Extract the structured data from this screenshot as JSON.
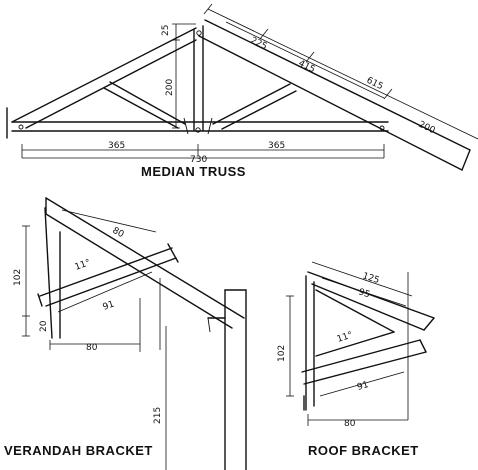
{
  "captions": {
    "median_truss": "MEDIAN TRUSS",
    "verandah_bracket": "VERANDAH BRACKET",
    "roof_bracket": "ROOF BRACKET"
  },
  "median_truss": {
    "dim_top_gap": "25",
    "dim_height": "200",
    "dim_rafter_a": "225",
    "dim_rafter_b": "415",
    "dim_rafter_c": "615",
    "dim_depth": "200",
    "dim_half_left": "365",
    "dim_span": "730",
    "dim_half_right": "365"
  },
  "verandah_bracket": {
    "dim_rafter": "80",
    "dim_height": "102",
    "dim_angle": "11°",
    "dim_brace": "91",
    "dim_low": "20",
    "dim_base": "80",
    "dim_post": "215"
  },
  "roof_bracket": {
    "dim_top": "125",
    "dim_inner": "95",
    "dim_angle": "11°",
    "dim_height": "102",
    "dim_brace": "91",
    "dim_base": "80"
  }
}
